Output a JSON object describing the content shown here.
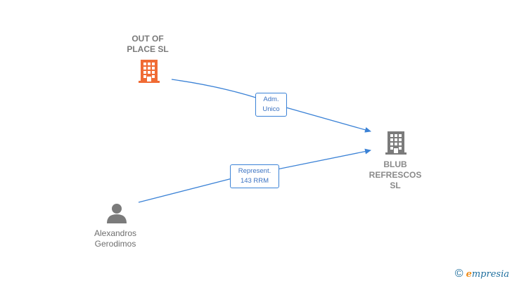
{
  "nodes": {
    "out_of_place": {
      "label": "OUT OF\nPLACE  SL",
      "color": "#f06b34"
    },
    "blub": {
      "label": "BLUB\nREFRESCOS\nSL",
      "color": "#7b7b7b"
    },
    "person": {
      "label": "Alexandros\nGerodimos",
      "color": "#7b7b7b"
    }
  },
  "edges": [
    {
      "label": "Adm.\nUnico"
    },
    {
      "label": "Represent.\n143 RRM"
    }
  ],
  "brand": {
    "copyright": "©",
    "first_letter": "e",
    "rest": "mpresia"
  },
  "edge_color": "#3b82d6"
}
